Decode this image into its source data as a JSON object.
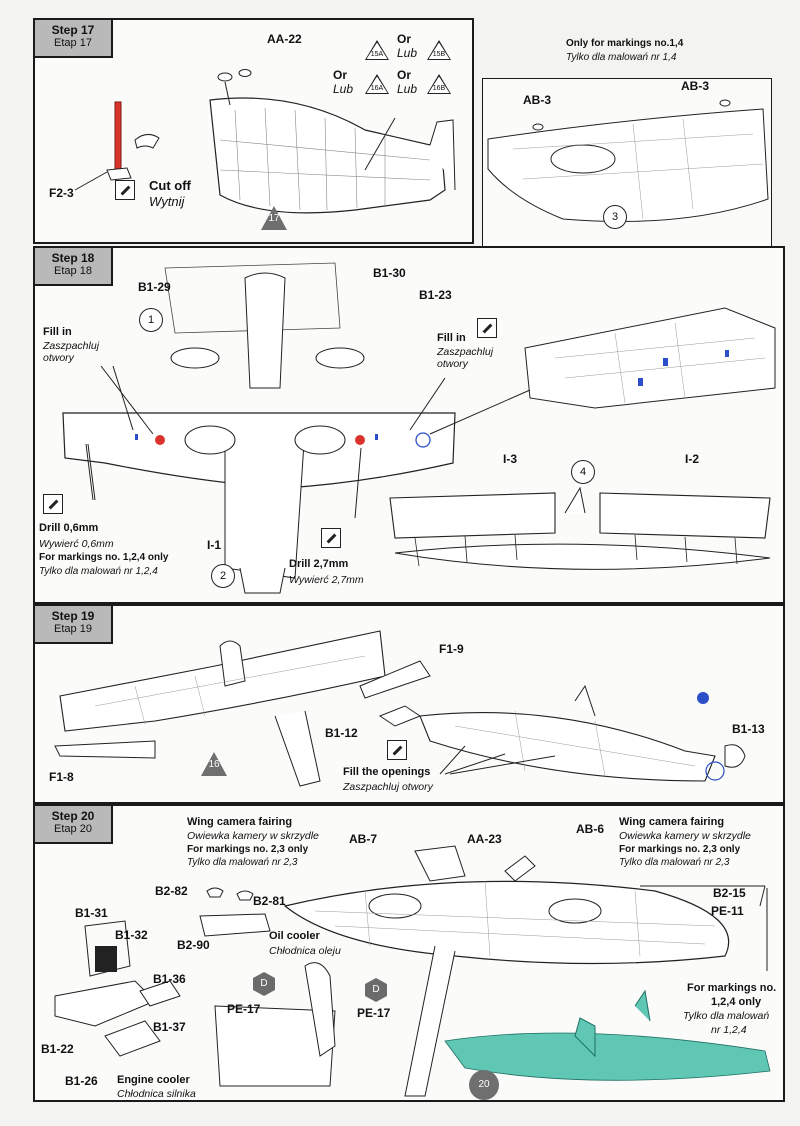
{
  "step17": {
    "step_en": "Step 17",
    "step_pl": "Etap 17",
    "part_aa22": "AA-22",
    "part_f23": "F2-3",
    "cut_en": "Cut off",
    "cut_pl": "Wytnij",
    "or1_en": "Or",
    "or1_pl": "Lub",
    "or2_en": "Or",
    "or2_pl": "Lub",
    "or3_en": "Or",
    "or3_pl": "Lub",
    "decal_15a": "15A",
    "decal_15b": "15B",
    "decal_16a": "16A",
    "decal_16b": "16B",
    "ref_badge": "17",
    "inset_note_en": "Only for markings no.1,4",
    "inset_note_pl": "Tylko dla malowań nr 1,4",
    "part_ab3_left": "AB-3",
    "part_ab3_right": "AB-3",
    "inset_num": "3"
  },
  "step18": {
    "step_en": "Step 18",
    "step_pl": "Etap 18",
    "part_b129": "B1-29",
    "part_b130": "B1-30",
    "part_b123": "B1-23",
    "fill_left_en": "Fill in",
    "fill_left_pl1": "Zaszpachluj",
    "fill_left_pl2": "otwory",
    "fill_right_en": "Fill in",
    "fill_right_pl1": "Zaszpachluj",
    "fill_right_pl2": "otwory",
    "drill06_en": "Drill 0,6mm",
    "drill06_pl": "Wywierć 0,6mm",
    "markings_en": "For markings no. 1,2,4 only",
    "markings_pl": "Tylko dla malowań nr 1,2,4",
    "drill27_en": "Drill 2,7mm",
    "drill27_pl": "Wywierć 2,7mm",
    "part_i1": "I-1",
    "part_i2": "I-2",
    "part_i3": "I-3",
    "num1": "1",
    "num2": "2",
    "num4": "4"
  },
  "step19": {
    "step_en": "Step 19",
    "step_pl": "Etap 19",
    "part_f19": "F1-9",
    "part_f18": "F1-8",
    "part_b112": "B1-12",
    "part_b113": "B1-13",
    "fill_en": "Fill the openings",
    "fill_pl": "Zaszpachluj otwory",
    "ref_badge": "16"
  },
  "step20": {
    "step_en": "Step 20",
    "step_pl": "Etap 20",
    "cam_left_en": "Wing camera fairing",
    "cam_left_pl": "Owiewka kamery w skrzydle",
    "cam_left_note_en": "For markings no. 2,3 only",
    "cam_left_note_pl": "Tylko dla malowań nr 2,3",
    "cam_right_en": "Wing camera fairing",
    "cam_right_pl": "Owiewka kamery w skrzydle",
    "cam_right_note_en": "For markings no. 2,3 only",
    "cam_right_note_pl": "Tylko dla malowań nr 2,3",
    "part_ab7": "AB-7",
    "part_aa23": "AA-23",
    "part_ab6": "AB-6",
    "part_b282": "B2-82",
    "part_b281": "B2-81",
    "part_b290": "B2-90",
    "oil_en": "Oil cooler",
    "oil_pl": "Chłodnica oleju",
    "part_b131": "B1-31",
    "part_b132": "B1-32",
    "part_b136": "B1-36",
    "part_b137": "B1-37",
    "part_b122": "B1-22",
    "part_b126": "B1-26",
    "engine_en": "Engine cooler",
    "engine_pl": "Chłodnica silnika",
    "part_pe17a": "PE-17",
    "part_pe17b": "PE-17",
    "hex_d1": "D",
    "hex_d2": "D",
    "part_b215": "B2-15",
    "part_pe11": "PE-11",
    "markings_en1": "For markings no.",
    "markings_en2": "1,2,4 only",
    "markings_pl1": "Tylko dla malowań",
    "markings_pl2": "nr 1,2,4",
    "ref_badge": "20"
  },
  "colors": {
    "red_part": "#d9342b",
    "blue_mark": "#2c4fc9",
    "highlight_green": "#5fc7b4",
    "tab_gray": "#b9b9b9"
  }
}
